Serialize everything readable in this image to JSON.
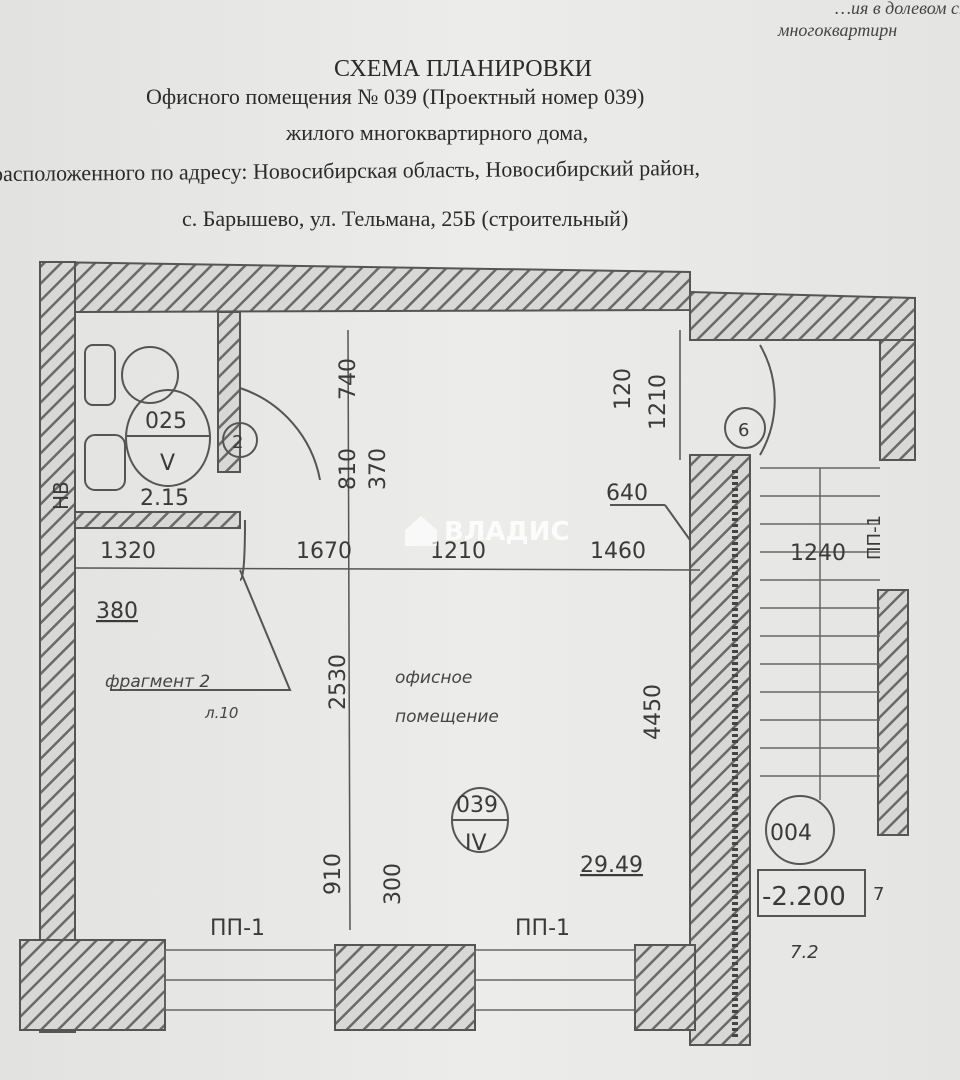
{
  "corner_text": {
    "line1": "…ия в долевом строи",
    "line2": "многоквартирн"
  },
  "header": {
    "title": "СХЕМА ПЛАНИРОВКИ",
    "line1": "Офисного помещения № 039 (Проектный номер 039)",
    "line2": "жилого многоквартирного дома,",
    "line3": "расположенного по адресу: Новосибирская область, Новосибирский район,",
    "line4": "с. Барышево, ул. Тельмана, 25Б (строительный)"
  },
  "plan": {
    "bathroom": {
      "number": "025",
      "roman": "V",
      "area": "2.15",
      "door_mark": "2"
    },
    "office": {
      "label1": "офисное",
      "label2": "помещение",
      "number": "039",
      "roman": "IV",
      "area": "29.49"
    },
    "stair": {
      "number": "004",
      "level": "-2.200",
      "area": "7.2",
      "door_mark": "6",
      "mark_side": "7",
      "pp_vertical": "ПП-1"
    },
    "fragment": {
      "label": "фрагмент 2",
      "sheet": "л.10"
    },
    "window_left": "ПП-1",
    "window_right": "ПП-1",
    "wall_tag": "НВ",
    "dimensions": [
      "740",
      "810",
      "370",
      "120",
      "1210",
      "640",
      "1320",
      "1670",
      "1210",
      "1460",
      "1240",
      "380",
      "2530",
      "4450",
      "910",
      "300"
    ]
  },
  "watermark": "ВЛАДИС",
  "colors": {
    "paper": "#e8e8e6",
    "ink": "#3a3a3a"
  }
}
